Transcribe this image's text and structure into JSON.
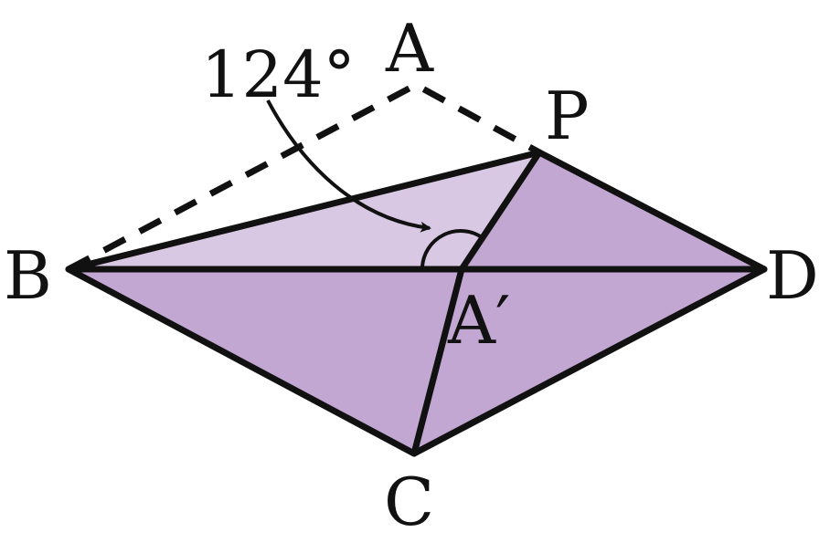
{
  "colors": {
    "fill_dark": "#c1a7d1",
    "fill_light": "#d9c8e3",
    "stroke": "#111111",
    "background": "#ffffff"
  },
  "labels": {
    "A": "A",
    "P": "P",
    "B": "B",
    "D": "D",
    "A_prime": "A′",
    "C": "C"
  },
  "angle": {
    "text": "124°"
  }
}
